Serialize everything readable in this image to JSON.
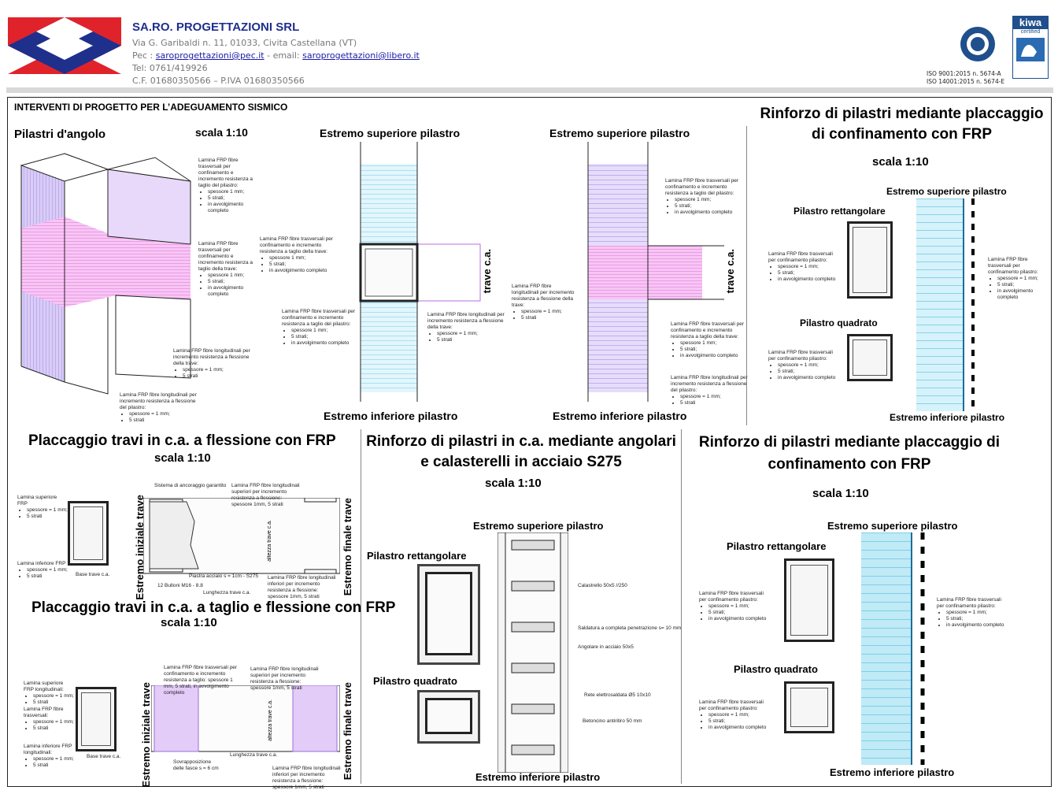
{
  "header": {
    "company": "SA.RO. PROGETTAZIONI SRL",
    "address": "Via G. Garibaldi n. 11, 01033, Civita Castellana (VT)",
    "pec_label": "Pec : ",
    "pec": "saroprogettazioni@pec.it",
    "email_label": " - email: ",
    "email": "saroprogettazioni@libero.it",
    "tel": "Tel: 0761/419926",
    "cf": "C.F. 01680350566 – P.IVA 01680350566",
    "accredia": "ACCREDIA",
    "kiwa": "kiwa",
    "kiwa_sub": "certified",
    "iso1": "ISO   9001:2015 n. 5674-A",
    "iso2": "ISO 14001:2015 n. 5674-E"
  },
  "sheet_title": "INTERVENTI DI PROGETTO PER L’ADEGUAMENTO SISMICO",
  "corner": {
    "title": "Pilastri d'angolo",
    "scale": "scala 1:10",
    "notes": [
      {
        "title": "Lamina FRP fibre trasversali per confinamento e incremento resistenza a taglio del pilastro:",
        "items": [
          "spessore 1 mm;",
          "5 strati;",
          "in avvolgimento completo"
        ]
      },
      {
        "title": "Lamina FRP fibre trasversali per confinamento e incremento resistenza a taglio della trave:",
        "items": [
          "spessore 1 mm;",
          "5 strati;",
          "in avvolgimento completo"
        ]
      },
      {
        "title": "Lamina FRP fibre longitudinali per incremento resistenza a flessione della trave:",
        "items": [
          "spessore = 1 mm;",
          "5 strati"
        ]
      },
      {
        "title": "Lamina FRP fibre longitudinali per incremento resistenza a flessione del pilastro:",
        "items": [
          "spessore = 1 mm;",
          "5 strati"
        ]
      }
    ]
  },
  "section_a": {
    "top": "Estremo superiore pilastro",
    "bottom": "Estremo inferiore pilastro",
    "beam": "trave c.a.",
    "notes": [
      {
        "title": "Lamina FRP fibre trasversali per confinamento e incremento resistenza a taglio della trave:",
        "items": [
          "spessore 1 mm;",
          "5 strati;",
          "in avvolgimento completo"
        ]
      },
      {
        "title": "Lamina FRP fibre trasversali per confinamento e incremento resistenza a taglio del pilastro:",
        "items": [
          "spessore 1 mm;",
          "5 strati;",
          "in avvolgimento completo"
        ]
      },
      {
        "title": "Lamina FRP fibre longitudinali per incremento resistenza a flessione della trave:",
        "items": [
          "spessore = 1 mm;",
          "5 strati"
        ]
      }
    ]
  },
  "section_b": {
    "top": "Estremo superiore pilastro",
    "bottom": "Estremo inferiore pilastro",
    "beam": "trave c.a.",
    "notes": [
      {
        "title": "Lamina FRP fibre trasversali per confinamento e incremento resistenza a taglio del pilastro:",
        "items": [
          "spessore 1 mm;",
          "5 strati;",
          "in avvolgimento completo"
        ]
      },
      {
        "title": "Lamina FRP fibre longitudinali per incremento resistenza a flessione della trave:",
        "items": [
          "spessore = 1 mm;",
          "5 strati"
        ]
      },
      {
        "title": "Lamina FRP fibre trasversali per confinamento e incremento resistenza a taglio della trave:",
        "items": [
          "spessore 1 mm;",
          "5 strati;",
          "in avvolgimento completo"
        ]
      },
      {
        "title": "Lamina FRP fibre longitudinali per incremento resistenza a flessione del pilastro:",
        "items": [
          "spessore = 1 mm;",
          "5 strati"
        ]
      }
    ]
  },
  "confine_top": {
    "title": "Rinforzo di pilastri mediante placcaggio di confinamento con FRP",
    "scale": "scala 1:10",
    "top": "Estremo superiore pilastro",
    "bottom": "Estremo inferiore pilastro",
    "rect": "Pilastro rettangolare",
    "square": "Pilastro quadrato",
    "note_title": "Lamina FRP fibre trasversali per confinamento pilastro:",
    "note_items": [
      "spessore = 1 mm;",
      "5 strati;",
      "in avvolgimento completo"
    ]
  },
  "beam_flex": {
    "title": "Placcaggio travi in c.a. a flessione con FRP",
    "scale": "scala 1:10",
    "start": "Estremo iniziale trave",
    "end": "Estremo finale trave",
    "height": "altezza trave c.a.",
    "length": "Lunghezza trave c.a.",
    "base": "Base trave c.a.",
    "anchor": "Sistema di ancoraggio garantito",
    "plate": "Piastra acciaio s = 1cm - S275",
    "bolts": "12 Bulloni M16 - 8.8",
    "sup_note": "Lamina FRP fibre longitudinali superiori per incremento resistenza a flessione: spessore 1mm, 5 strati",
    "inf_note": "Lamina FRP fibre longitudinali inferiori per incremento resistenza a flessione: spessore 1mm, 5 strati",
    "lam_sup": "Lamina superiore FRP",
    "lam_inf": "Lamina inferiore FRP",
    "lam_items": [
      "spessore = 1 mm;",
      "5 strati"
    ]
  },
  "beam_shear": {
    "title": "Placcaggio travi in c.a. a taglio e flessione con FRP",
    "scale": "scala 1:10",
    "start": "Estremo iniziale trave",
    "end": "Estremo finale trave",
    "height": "altezza trave c.a.",
    "length": "Lunghezza trave c.a.",
    "base": "Base trave c.a.",
    "overlap": "Sovrapposizione delle fasce s = 6 cm",
    "trans_note": "Lamina FRP fibre trasversali per confinamento e incremento resistenza a taglio: spessore 1 mm, 5 strati, in avvolgimento completo",
    "sup_note": "Lamina FRP fibre longitudinali superiori per incremento resistenza a flessione: spessore 1mm, 5 strati",
    "inf_note": "Lamina FRP fibre longitudinali inferiori per incremento resistenza a flessione: spessore 1mm, 5 strati",
    "lam_sup": "Lamina superiore FRP longitudinali:",
    "lam_trans": "Lamina FRP fibre trasversali:",
    "lam_inf": "Lamina inferiore FRP longitudinali:"
  },
  "steel": {
    "title": "Rinforzo di pilastri in c.a. mediante angolari e calasterelli in acciaio S275",
    "scale": "scala 1:10",
    "top": "Estremo superiore pilastro",
    "bottom": "Estremo inferiore pilastro",
    "rect": "Pilastro rettangolare",
    "square": "Pilastro quadrato",
    "labels": [
      "Calastrello 50x5 //250",
      "Saldatura a completa penetrazione s= 10 mm",
      "Angolare in acciaio 50x5",
      "Rete elettrosaldata Ø5 10x10",
      "Betoncino antiritiro 50 mm"
    ]
  },
  "confine_bottom": {
    "title": "Rinforzo di pilastri mediante placcaggio di confinamento con FRP",
    "scale": "scala 1:10",
    "top": "Estremo superiore pilastro",
    "bottom": "Estremo inferiore pilastro",
    "rect": "Pilastro rettangolare",
    "square": "Pilastro quadrato",
    "note_title": "Lamina FRP fibre trasversali per confinamento pilastro:",
    "note_items": [
      "spessore = 1 mm;",
      "5 strati;",
      "in avvolgimento completo"
    ]
  },
  "colors": {
    "frp_cyan": "#bfeaf6",
    "frp_magenta": "#f4b4f0",
    "frp_violet": "#c9b8f2",
    "logo_red": "#e0232b",
    "logo_blue": "#1f2f8c"
  }
}
